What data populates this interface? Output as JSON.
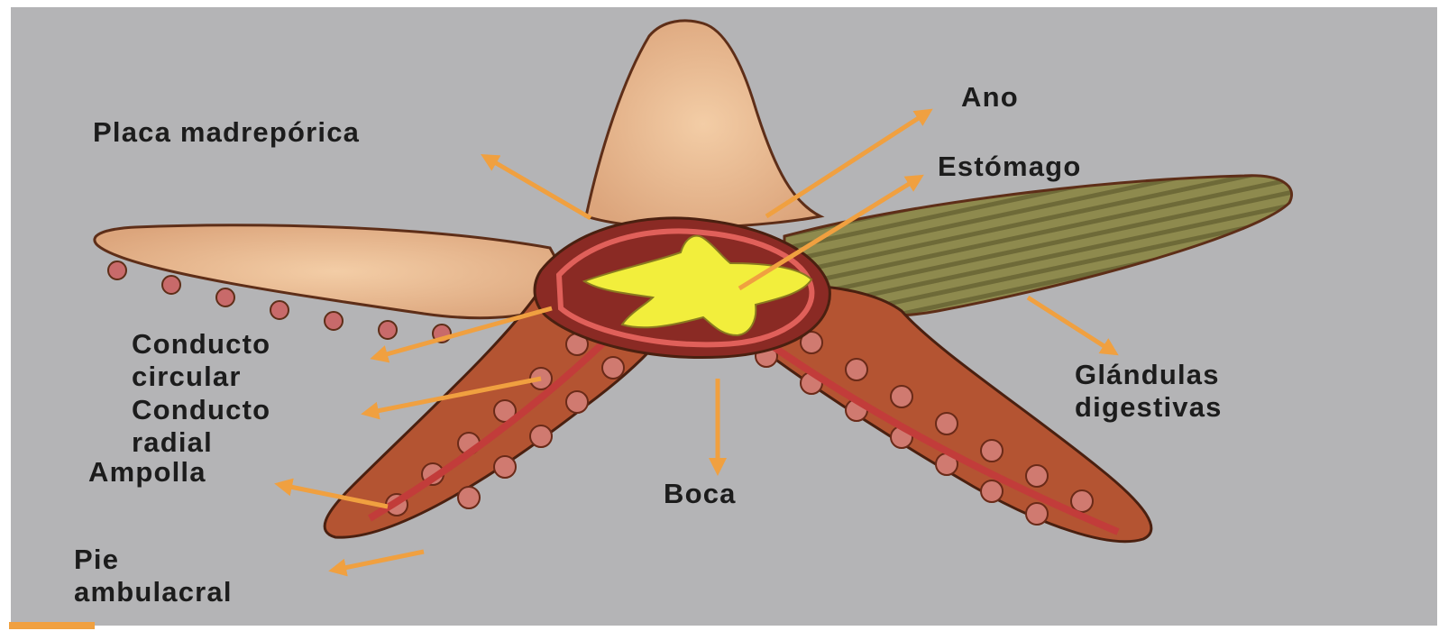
{
  "diagram": {
    "colors": {
      "background": "#b4b4b6",
      "arrow": "#f0a040",
      "body_top": "#e9bd93",
      "underside": "#b45432",
      "tube_feet": "#d07a70",
      "stomach": "#f2ee3c",
      "digestive_glands": "#8e8a4e",
      "canal": "#c23c3a"
    },
    "labels": {
      "placa": "Placa madrepórica",
      "ano": "Ano",
      "estomago": "Estómago",
      "circular": "Conducto\ncircular",
      "radial": "Conducto\nradial",
      "ampolla": "Ampolla",
      "boca": "Boca",
      "glandulas": "Glándulas\ndigestivas",
      "pie": "Pie\nambulacral"
    }
  }
}
